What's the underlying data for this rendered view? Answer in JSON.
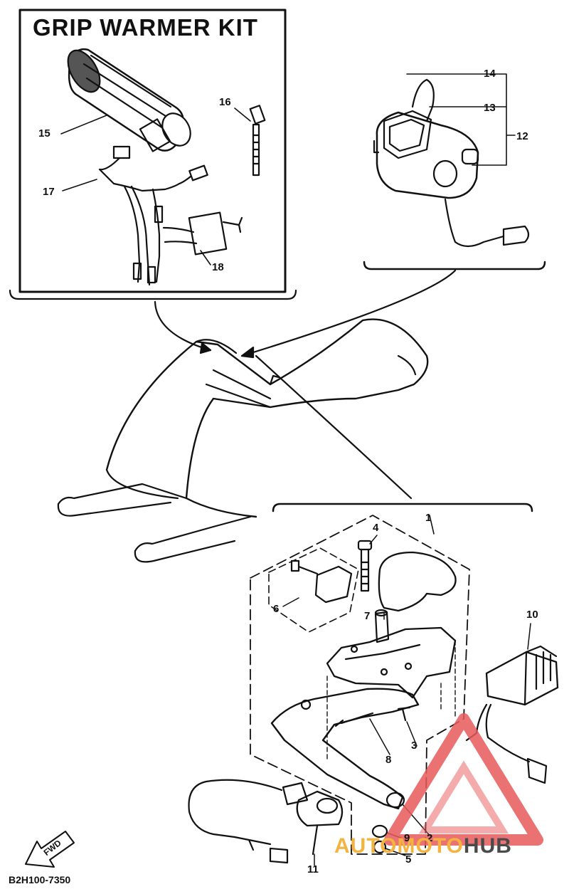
{
  "kit_title": "GRIP WARMER KIT",
  "diagram_code": "B2H100-7350",
  "fwd_label": "FWD",
  "watermark": {
    "part1": "AUTO",
    "part2": "MOTO",
    "part3": "HUB",
    "color_main": "#f2b340",
    "color_dark": "#4a4a4a",
    "logo_color": "#e85a5a"
  },
  "callouts": {
    "c1": "1",
    "c2": "2",
    "c3": "3",
    "c4": "4",
    "c5": "5",
    "c6": "6",
    "c7": "7",
    "c8": "8",
    "c9": "9",
    "c10": "10",
    "c11": "11",
    "c12": "12",
    "c13": "13",
    "c14": "14",
    "c15": "15",
    "c16": "16",
    "c17": "17",
    "c18": "18"
  }
}
